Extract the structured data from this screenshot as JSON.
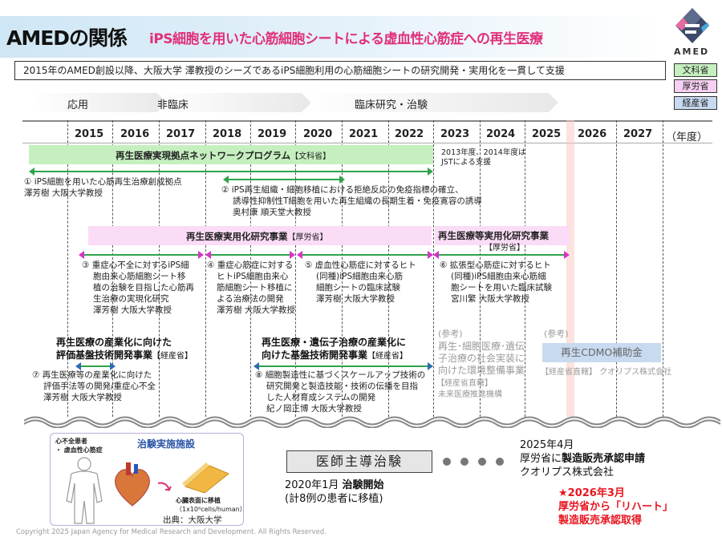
{
  "header": {
    "title": "AMEDの関係",
    "subtitle": "iPS細胞を用いた心筋細胞シートによる虚血性心筋症への再生医療",
    "logo_text": "AMED"
  },
  "summary": "2015年のAMED創設以降、大阪大学 澤教授のシーズであるiPS細胞利用の心筋細胞シートの研究開発・実用化を一貫して支援",
  "ministries": [
    "文科省",
    "厚労省",
    "経産省"
  ],
  "phases": [
    "応用",
    "非臨床",
    "臨床研究・治験"
  ],
  "years": [
    "2015",
    "2016",
    "2017",
    "2018",
    "2019",
    "2020",
    "2021",
    "2022",
    "2023",
    "2024",
    "2025",
    "2026",
    "2027",
    "（年度）"
  ],
  "programs": {
    "mext": {
      "name": "再生医療実現拠点ネットワークプログラム",
      "ministry": "【文科省】",
      "note1": "2013年度、2014年度は",
      "note2": "JSTによる支援"
    },
    "mhlw1": {
      "name": "再生医療実用化研究事業",
      "ministry": "【厚労省】"
    },
    "mhlw2": {
      "name": "再生医療等実用化研究事業",
      "ministry": "【厚労省】"
    },
    "meti1": {
      "line1": "再生医療の産業化に向けた",
      "line2": "評価基盤技術開発事業",
      "ministry": "【経産省】"
    },
    "meti2": {
      "line1": "再生医療・遺伝子治療の産業化に",
      "line2": "向けた基盤技術開発事業",
      "ministry": "【経産省】"
    }
  },
  "projects": {
    "p1": {
      "title": "① iPS細胞を用いた心筋再生治療創成拠点",
      "pi": "澤芳樹 大阪大学教授"
    },
    "p2": {
      "l1": "② iPS再生組織・細胞移植における拒絶反応の免疫指標の確立、",
      "l2": "誘導性抑制性T細胞を用いた再生組織の長期生着・免疫寛容の誘導",
      "pi": "奥村康 順天堂大教授"
    },
    "p3": {
      "l1": "③ 重症心不全に対するiPS細",
      "l2": "胞由来心筋細胞シート移",
      "l3": "植の治験を目指した心筋再",
      "l4": "生治療の実現化研究",
      "pi": "澤芳樹 大阪大学教授"
    },
    "p4": {
      "l1": "④ 重症心筋症に対する",
      "l2": "ヒトiPS細胞由来心",
      "l3": "筋細胞シート移植に",
      "l4": "よる治療法の開発",
      "pi": "澤芳樹 大阪大学教授"
    },
    "p5": {
      "l1": "⑤ 虚血性心筋症に対するヒト",
      "l2": "(同種)iPS細胞由来心筋",
      "l3": "細胞シートの臨床試験",
      "pi": "澤芳樹 大阪大学教授"
    },
    "p6": {
      "l1": "⑥ 拡張型心筋症に対するヒト",
      "l2": "(同種)iPS細胞由来心筋細",
      "l3": "胞シートを用いた臨床試験",
      "pi": "宮川繁 大阪大学教授"
    },
    "p7": {
      "l1": "⑦ 再生医療等の産業化に向けた",
      "l2": "評価手法等の開発/重症心不全",
      "pi": "澤芳樹 大阪大学教授"
    },
    "p8": {
      "l1": "⑧ 細胞製造性に基づくスケールアップ技術の",
      "l2": "研究開発と製造技能・技術の伝播を目指",
      "l3": "した人材育成システムの開発",
      "pi": "紀ノ岡正博 大阪大学教授"
    }
  },
  "reference1": {
    "label": "(参考)",
    "l1": "再生･細胞医療･遺伝",
    "l2": "子治療の社会実装に",
    "l3": "向けた環境整備事業",
    "ministry": "【経産省直轄】",
    "org": "未来医療推進機構"
  },
  "reference2": {
    "label": "(参考)",
    "box": "再生CDMO補助金",
    "ministry": "【経産省直轄】",
    "org": "クオリプス株式会社"
  },
  "facility": {
    "title": "治験実施施設",
    "patient1": "心不全患者",
    "patient2": "・ 虚血性心筋症",
    "graft1": "心臓表面に移植",
    "graft2": "（1x10⁸cells/human）",
    "source": "出典：大阪大学"
  },
  "trial": {
    "box": "医師主導治験",
    "start_date": "2020年1月",
    "start_label": "治験開始",
    "start_detail": "(計8例の患者に移植)",
    "apply_date": "2025年4月",
    "apply_l1_pre": "厚労省に",
    "apply_l1_bold": "製造販売承認申請",
    "apply_l2": "クオリプス株式会社",
    "approve_l1": "★2026年3月",
    "approve_l2": "厚労省から「リハート」",
    "approve_l3": "製造販売承認取得"
  },
  "copyright": "Copyright 2025 Japan Agency for Medical Research and Development. All Rights Reserved.",
  "colors": {
    "accent_pink": "#e0307a",
    "mext_green": "#c6efc0",
    "mhlw_pink": "#fadcf6",
    "meti_blue": "#c8daf0",
    "alert_red": "#e8141e"
  }
}
